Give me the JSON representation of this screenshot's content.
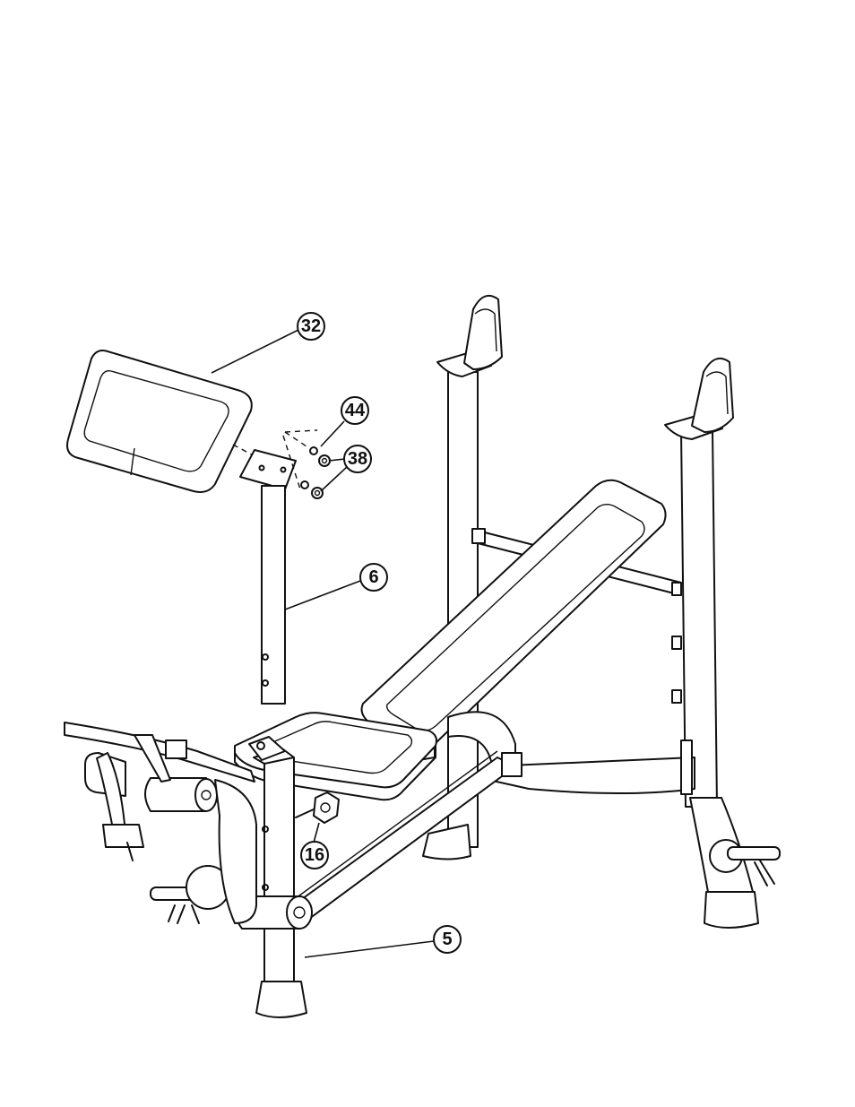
{
  "callouts": [
    {
      "id": "c32",
      "label": "32"
    },
    {
      "id": "c44",
      "label": "44"
    },
    {
      "id": "c38",
      "label": "38"
    },
    {
      "id": "c6",
      "label": "6"
    },
    {
      "id": "c16",
      "label": "16"
    },
    {
      "id": "c5",
      "label": "5"
    }
  ]
}
